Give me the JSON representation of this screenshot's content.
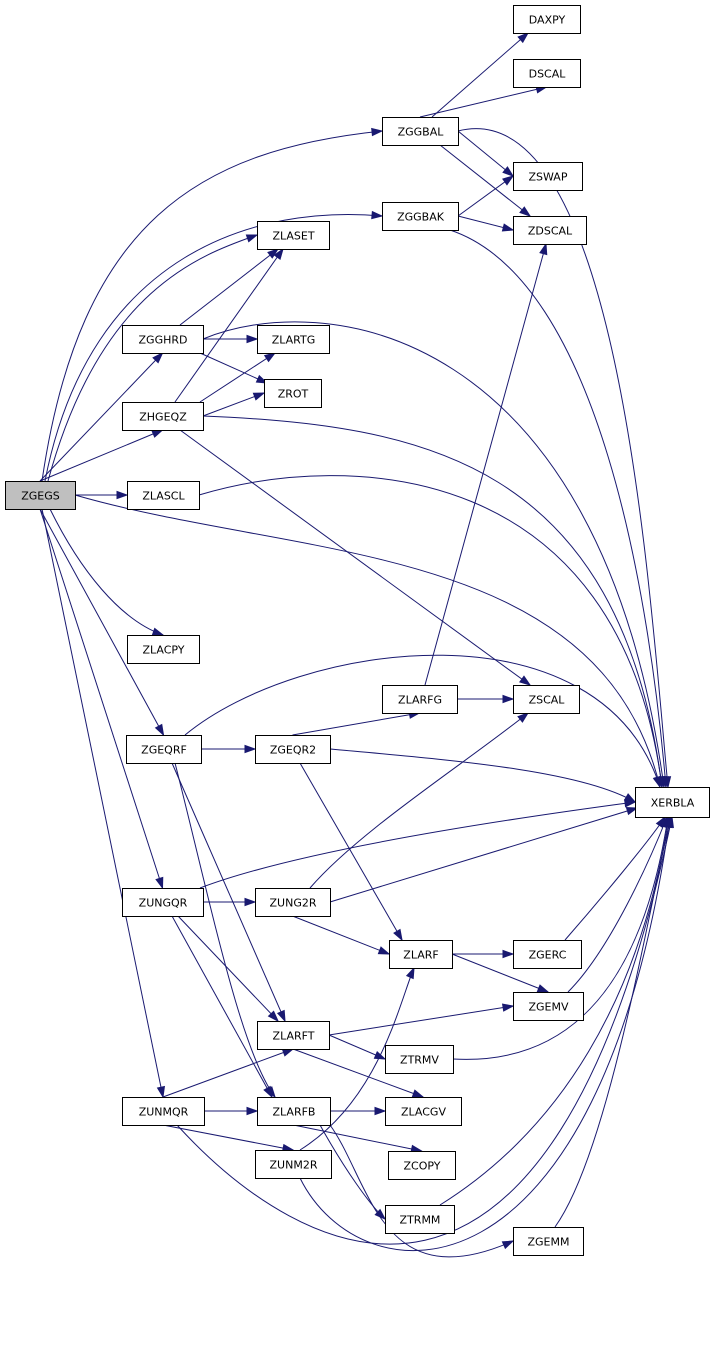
{
  "colors": {
    "edge": "#191970",
    "node_border": "#000000",
    "root_fill": "#bfbfbf",
    "node_fill": "#ffffff"
  },
  "nodes": [
    {
      "id": "ZGEGS",
      "label": "ZGEGS",
      "root": true
    },
    {
      "id": "DAXPY",
      "label": "DAXPY"
    },
    {
      "id": "DSCAL",
      "label": "DSCAL"
    },
    {
      "id": "ZGGBAL",
      "label": "ZGGBAL"
    },
    {
      "id": "ZSWAP",
      "label": "ZSWAP"
    },
    {
      "id": "ZGGBAK",
      "label": "ZGGBAK"
    },
    {
      "id": "ZDSCAL",
      "label": "ZDSCAL"
    },
    {
      "id": "ZLASET",
      "label": "ZLASET"
    },
    {
      "id": "ZGGHRD",
      "label": "ZGGHRD"
    },
    {
      "id": "ZLARTG",
      "label": "ZLARTG"
    },
    {
      "id": "ZROT",
      "label": "ZROT"
    },
    {
      "id": "ZHGEQZ",
      "label": "ZHGEQZ"
    },
    {
      "id": "ZLASCL",
      "label": "ZLASCL"
    },
    {
      "id": "ZLACPY",
      "label": "ZLACPY"
    },
    {
      "id": "ZLARFG",
      "label": "ZLARFG"
    },
    {
      "id": "ZSCAL",
      "label": "ZSCAL"
    },
    {
      "id": "ZGEQRF",
      "label": "ZGEQRF"
    },
    {
      "id": "ZGEQR2",
      "label": "ZGEQR2"
    },
    {
      "id": "XERBLA",
      "label": "XERBLA"
    },
    {
      "id": "ZUNGQR",
      "label": "ZUNGQR"
    },
    {
      "id": "ZUNG2R",
      "label": "ZUNG2R"
    },
    {
      "id": "ZLARF",
      "label": "ZLARF"
    },
    {
      "id": "ZGERC",
      "label": "ZGERC"
    },
    {
      "id": "ZGEMV",
      "label": "ZGEMV"
    },
    {
      "id": "ZLARFT",
      "label": "ZLARFT"
    },
    {
      "id": "ZTRMV",
      "label": "ZTRMV"
    },
    {
      "id": "ZUNMQR",
      "label": "ZUNMQR"
    },
    {
      "id": "ZLARFB",
      "label": "ZLARFB"
    },
    {
      "id": "ZLACGV",
      "label": "ZLACGV"
    },
    {
      "id": "ZUNM2R",
      "label": "ZUNM2R"
    },
    {
      "id": "ZCOPY",
      "label": "ZCOPY"
    },
    {
      "id": "ZTRMM",
      "label": "ZTRMM"
    },
    {
      "id": "ZGEMM",
      "label": "ZGEMM"
    }
  ],
  "edges": [
    [
      "ZGEGS",
      "ZGGBAL"
    ],
    [
      "ZGEGS",
      "ZGGBAK"
    ],
    [
      "ZGEGS",
      "ZLASET"
    ],
    [
      "ZGEGS",
      "ZGGHRD"
    ],
    [
      "ZGEGS",
      "ZHGEQZ"
    ],
    [
      "ZGEGS",
      "ZLASCL"
    ],
    [
      "ZGEGS",
      "XERBLA"
    ],
    [
      "ZGEGS",
      "ZLACPY"
    ],
    [
      "ZGEGS",
      "ZGEQRF"
    ],
    [
      "ZGEGS",
      "ZUNGQR"
    ],
    [
      "ZGEGS",
      "ZUNMQR"
    ],
    [
      "ZGGBAL",
      "DAXPY"
    ],
    [
      "ZGGBAL",
      "DSCAL"
    ],
    [
      "ZGGBAL",
      "ZSWAP"
    ],
    [
      "ZGGBAL",
      "ZDSCAL"
    ],
    [
      "ZGGBAL",
      "XERBLA"
    ],
    [
      "ZGGBAK",
      "ZSWAP"
    ],
    [
      "ZGGBAK",
      "ZDSCAL"
    ],
    [
      "ZGGBAK",
      "XERBLA"
    ],
    [
      "ZGGHRD",
      "ZLASET"
    ],
    [
      "ZGGHRD",
      "ZLARTG"
    ],
    [
      "ZGGHRD",
      "ZROT"
    ],
    [
      "ZGGHRD",
      "XERBLA"
    ],
    [
      "ZHGEQZ",
      "ZLASET"
    ],
    [
      "ZHGEQZ",
      "ZLARTG"
    ],
    [
      "ZHGEQZ",
      "ZROT"
    ],
    [
      "ZHGEQZ",
      "XERBLA"
    ],
    [
      "ZHGEQZ",
      "ZSCAL"
    ],
    [
      "ZLASCL",
      "XERBLA"
    ],
    [
      "ZLARFG",
      "ZDSCAL"
    ],
    [
      "ZLARFG",
      "ZSCAL"
    ],
    [
      "ZGEQRF",
      "ZGEQR2"
    ],
    [
      "ZGEQRF",
      "XERBLA"
    ],
    [
      "ZGEQRF",
      "ZLARFT"
    ],
    [
      "ZGEQRF",
      "ZLARFB"
    ],
    [
      "ZGEQR2",
      "ZLARFG"
    ],
    [
      "ZGEQR2",
      "XERBLA"
    ],
    [
      "ZGEQR2",
      "ZLARF"
    ],
    [
      "ZUNGQR",
      "ZUNG2R"
    ],
    [
      "ZUNGQR",
      "XERBLA"
    ],
    [
      "ZUNGQR",
      "ZLARFT"
    ],
    [
      "ZUNGQR",
      "ZLARFB"
    ],
    [
      "ZUNG2R",
      "ZSCAL"
    ],
    [
      "ZUNG2R",
      "XERBLA"
    ],
    [
      "ZUNG2R",
      "ZLARF"
    ],
    [
      "ZLARF",
      "ZGERC"
    ],
    [
      "ZLARF",
      "ZGEMV"
    ],
    [
      "ZGERC",
      "XERBLA"
    ],
    [
      "ZGEMV",
      "XERBLA"
    ],
    [
      "ZLARFT",
      "ZGEMV"
    ],
    [
      "ZLARFT",
      "ZTRMV"
    ],
    [
      "ZLARFT",
      "ZLACGV"
    ],
    [
      "ZTRMV",
      "XERBLA"
    ],
    [
      "ZUNMQR",
      "ZLARFT"
    ],
    [
      "ZUNMQR",
      "ZLARFB"
    ],
    [
      "ZUNMQR",
      "ZUNM2R"
    ],
    [
      "ZUNMQR",
      "XERBLA"
    ],
    [
      "ZLARFB",
      "ZLACGV"
    ],
    [
      "ZLARFB",
      "ZCOPY"
    ],
    [
      "ZLARFB",
      "ZTRMM"
    ],
    [
      "ZLARFB",
      "ZGEMM"
    ],
    [
      "ZUNM2R",
      "ZLARF"
    ],
    [
      "ZUNM2R",
      "XERBLA"
    ],
    [
      "ZTRMM",
      "XERBLA"
    ],
    [
      "ZGEMM",
      "XERBLA"
    ]
  ]
}
